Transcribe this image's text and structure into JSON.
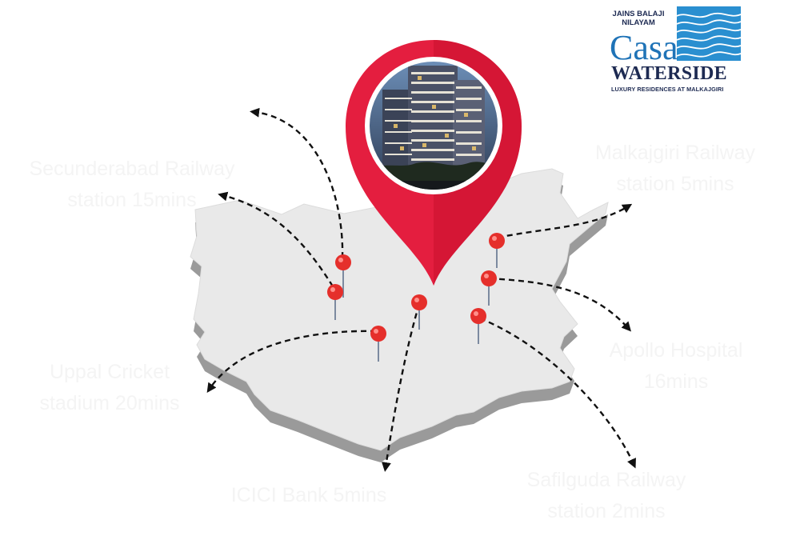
{
  "brand": {
    "developer_line1": "JAINS BALAJI",
    "developer_line2": "NILAYAM",
    "name_line1": "Casa",
    "name_line2": "WATERSIDE",
    "tagline": "LUXURY RESIDENCES AT MALKAJGIRI",
    "colors": {
      "navy": "#1d2a52",
      "blue": "#1f73b7",
      "wave": "#2a8fd0"
    }
  },
  "map": {
    "main_pin_color": "#e41e3f",
    "small_pin_color": "#e52f2b",
    "region_fill": "#e8e8e8",
    "region_shadow": "#9c9c9c",
    "main_pin_image": "residential-tower-photo"
  },
  "destinations": [
    {
      "id": "secunderabad",
      "line1": "Secunderabad Railway",
      "line2": "station 15mins"
    },
    {
      "id": "malkajgiri",
      "line1": "Malkajgiri Railway",
      "line2": "station 5mins"
    },
    {
      "id": "apollo",
      "line1": "Apollo Hospital",
      "line2": "16mins"
    },
    {
      "id": "uppal",
      "line1": "Uppal Cricket",
      "line2": "stadium  20mins"
    },
    {
      "id": "icici",
      "line1": "ICICI Bank 5mins",
      "line2": ""
    },
    {
      "id": "safilguda",
      "line1": "Safilguda Railway",
      "line2": "station 2mins"
    }
  ]
}
